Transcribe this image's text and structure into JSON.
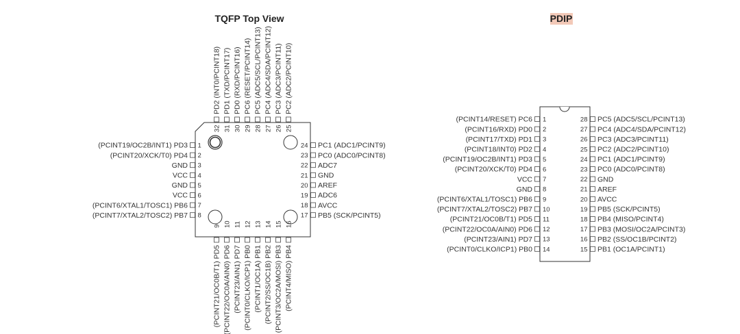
{
  "titles": {
    "tqfp": "TQFP Top View",
    "pdip": "PDIP",
    "pdip_highlight": "#f3c9b8"
  },
  "tqfp": {
    "left": [
      {
        "num": "1",
        "label": "(PCINT19/OC2B/INT1) PD3"
      },
      {
        "num": "2",
        "label": "(PCINT20/XCK/T0) PD4"
      },
      {
        "num": "3",
        "label": "GND"
      },
      {
        "num": "4",
        "label": "VCC"
      },
      {
        "num": "5",
        "label": "GND"
      },
      {
        "num": "6",
        "label": "VCC"
      },
      {
        "num": "7",
        "label": "(PCINT6/XTAL1/TOSC1) PB6"
      },
      {
        "num": "8",
        "label": "(PCINT7/XTAL2/TOSC2) PB7"
      }
    ],
    "bottom": [
      {
        "num": "9",
        "label": "(PCINT21/OC0B/T1) PD5"
      },
      {
        "num": "10",
        "label": "(PCINT22/OC0A/AIN0) PD6"
      },
      {
        "num": "11",
        "label": "(PCINT23/AIN1) PD7"
      },
      {
        "num": "12",
        "label": "(PCINT0/CLKO/ICP1) PB0"
      },
      {
        "num": "13",
        "label": "(PCINT1/OC1A) PB1"
      },
      {
        "num": "14",
        "label": "(PCINT2/SS/OC1B) PB2"
      },
      {
        "num": "15",
        "label": "(PCINT3/OC2A/MOSI) PB3"
      },
      {
        "num": "16",
        "label": "(PCINT4/MISO) PB4"
      }
    ],
    "right": [
      {
        "num": "24",
        "label": "PC1 (ADC1/PCINT9)"
      },
      {
        "num": "23",
        "label": "PC0 (ADC0/PCINT8)"
      },
      {
        "num": "22",
        "label": "ADC7"
      },
      {
        "num": "21",
        "label": "GND"
      },
      {
        "num": "20",
        "label": "AREF"
      },
      {
        "num": "19",
        "label": "ADC6"
      },
      {
        "num": "18",
        "label": "AVCC"
      },
      {
        "num": "17",
        "label": "PB5 (SCK/PCINT5)"
      }
    ],
    "top": [
      {
        "num": "32",
        "label": "PD2 (INT0/PCINT18)"
      },
      {
        "num": "31",
        "label": "PD1 (TXD/PCINT17)"
      },
      {
        "num": "30",
        "label": "PD0 (RXD/PCINT16)"
      },
      {
        "num": "29",
        "label": "PC6 (RESET/PCINT14)"
      },
      {
        "num": "28",
        "label": "PC5 (ADC5/SCL/PCINT13)"
      },
      {
        "num": "27",
        "label": "PC4 (ADC4/SDA/PCINT12)"
      },
      {
        "num": "26",
        "label": "PC3 (ADC3/PCINT11)"
      },
      {
        "num": "25",
        "label": "PC2 (ADC2/PCINT10)"
      }
    ]
  },
  "pdip": {
    "left": [
      {
        "num": "1",
        "label": "(PCINT14/RESET) PC6"
      },
      {
        "num": "2",
        "label": "(PCINT16/RXD) PD0"
      },
      {
        "num": "3",
        "label": "(PCINT17/TXD) PD1"
      },
      {
        "num": "4",
        "label": "(PCINT18/INT0) PD2"
      },
      {
        "num": "5",
        "label": "(PCINT19/OC2B/INT1) PD3"
      },
      {
        "num": "6",
        "label": "(PCINT20/XCK/T0) PD4"
      },
      {
        "num": "7",
        "label": "VCC"
      },
      {
        "num": "8",
        "label": "GND"
      },
      {
        "num": "9",
        "label": "(PCINT6/XTAL1/TOSC1) PB6"
      },
      {
        "num": "10",
        "label": "(PCINT7/XTAL2/TOSC2) PB7"
      },
      {
        "num": "11",
        "label": "(PCINT21/OC0B/T1) PD5"
      },
      {
        "num": "12",
        "label": "(PCINT22/OC0A/AIN0) PD6"
      },
      {
        "num": "13",
        "label": "(PCINT23/AIN1) PD7"
      },
      {
        "num": "14",
        "label": "(PCINT0/CLKO/ICP1) PB0"
      }
    ],
    "right": [
      {
        "num": "28",
        "label": "PC5 (ADC5/SCL/PCINT13)"
      },
      {
        "num": "27",
        "label": "PC4 (ADC4/SDA/PCINT12)"
      },
      {
        "num": "26",
        "label": "PC3 (ADC3/PCINT11)"
      },
      {
        "num": "25",
        "label": "PC2 (ADC2/PCINT10)"
      },
      {
        "num": "24",
        "label": "PC1 (ADC1/PCINT9)"
      },
      {
        "num": "23",
        "label": "PC0 (ADC0/PCINT8)"
      },
      {
        "num": "22",
        "label": "GND"
      },
      {
        "num": "21",
        "label": "AREF"
      },
      {
        "num": "20",
        "label": "AVCC"
      },
      {
        "num": "19",
        "label": "PB5 (SCK/PCINT5)"
      },
      {
        "num": "18",
        "label": "PB4 (MISO/PCINT4)"
      },
      {
        "num": "17",
        "label": "PB3 (MOSI/OC2A/PCINT3)"
      },
      {
        "num": "16",
        "label": "PB2 (SS/OC1B/PCINT2)"
      },
      {
        "num": "15",
        "label": "PB1 (OC1A/PCINT1)"
      }
    ]
  }
}
